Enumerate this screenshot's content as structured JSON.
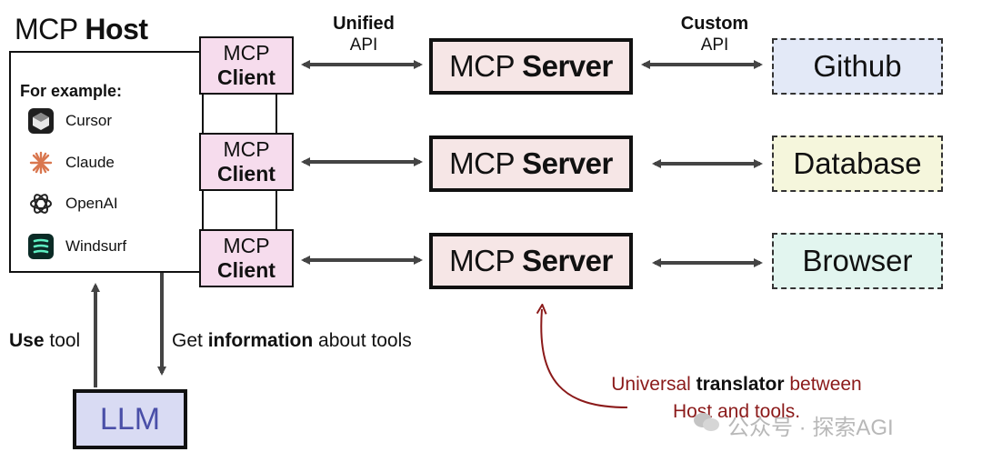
{
  "host": {
    "title_prefix": "MCP",
    "title_bold": "Host",
    "for_example": "For example:",
    "apps": [
      {
        "name": "Cursor",
        "icon": "cursor-icon"
      },
      {
        "name": "Claude",
        "icon": "claude-icon"
      },
      {
        "name": "OpenAI",
        "icon": "openai-icon"
      },
      {
        "name": "Windsurf",
        "icon": "windsurf-icon"
      }
    ]
  },
  "client": {
    "line1": "MCP",
    "line2": "Client"
  },
  "server": {
    "prefix": "MCP",
    "bold": "Server"
  },
  "unified_api": {
    "bold": "Unified",
    "sub": "API"
  },
  "custom_api": {
    "bold": "Custom",
    "sub": "API"
  },
  "targets": [
    "Github",
    "Database",
    "Browser"
  ],
  "target_colors": [
    "#e3e9f7",
    "#f5f6dc",
    "#e2f5ef"
  ],
  "llm": {
    "label": "LLM"
  },
  "use_tool": {
    "bold": "Use",
    "rest": " tool"
  },
  "get_info": {
    "pre": "Get ",
    "bold": "information",
    "post": " about tools"
  },
  "translator": {
    "pre": "Universal ",
    "bold": "translator",
    "post": " between",
    "line2": "Host and tools."
  },
  "watermark": "公众号 · 探索AGI",
  "colors": {
    "client_fill": "#f6dced",
    "server_fill": "#f6e6e6",
    "llm_fill": "#d9dbf3",
    "llm_text": "#4a4fa8",
    "annotation": "#8b1a1a"
  }
}
